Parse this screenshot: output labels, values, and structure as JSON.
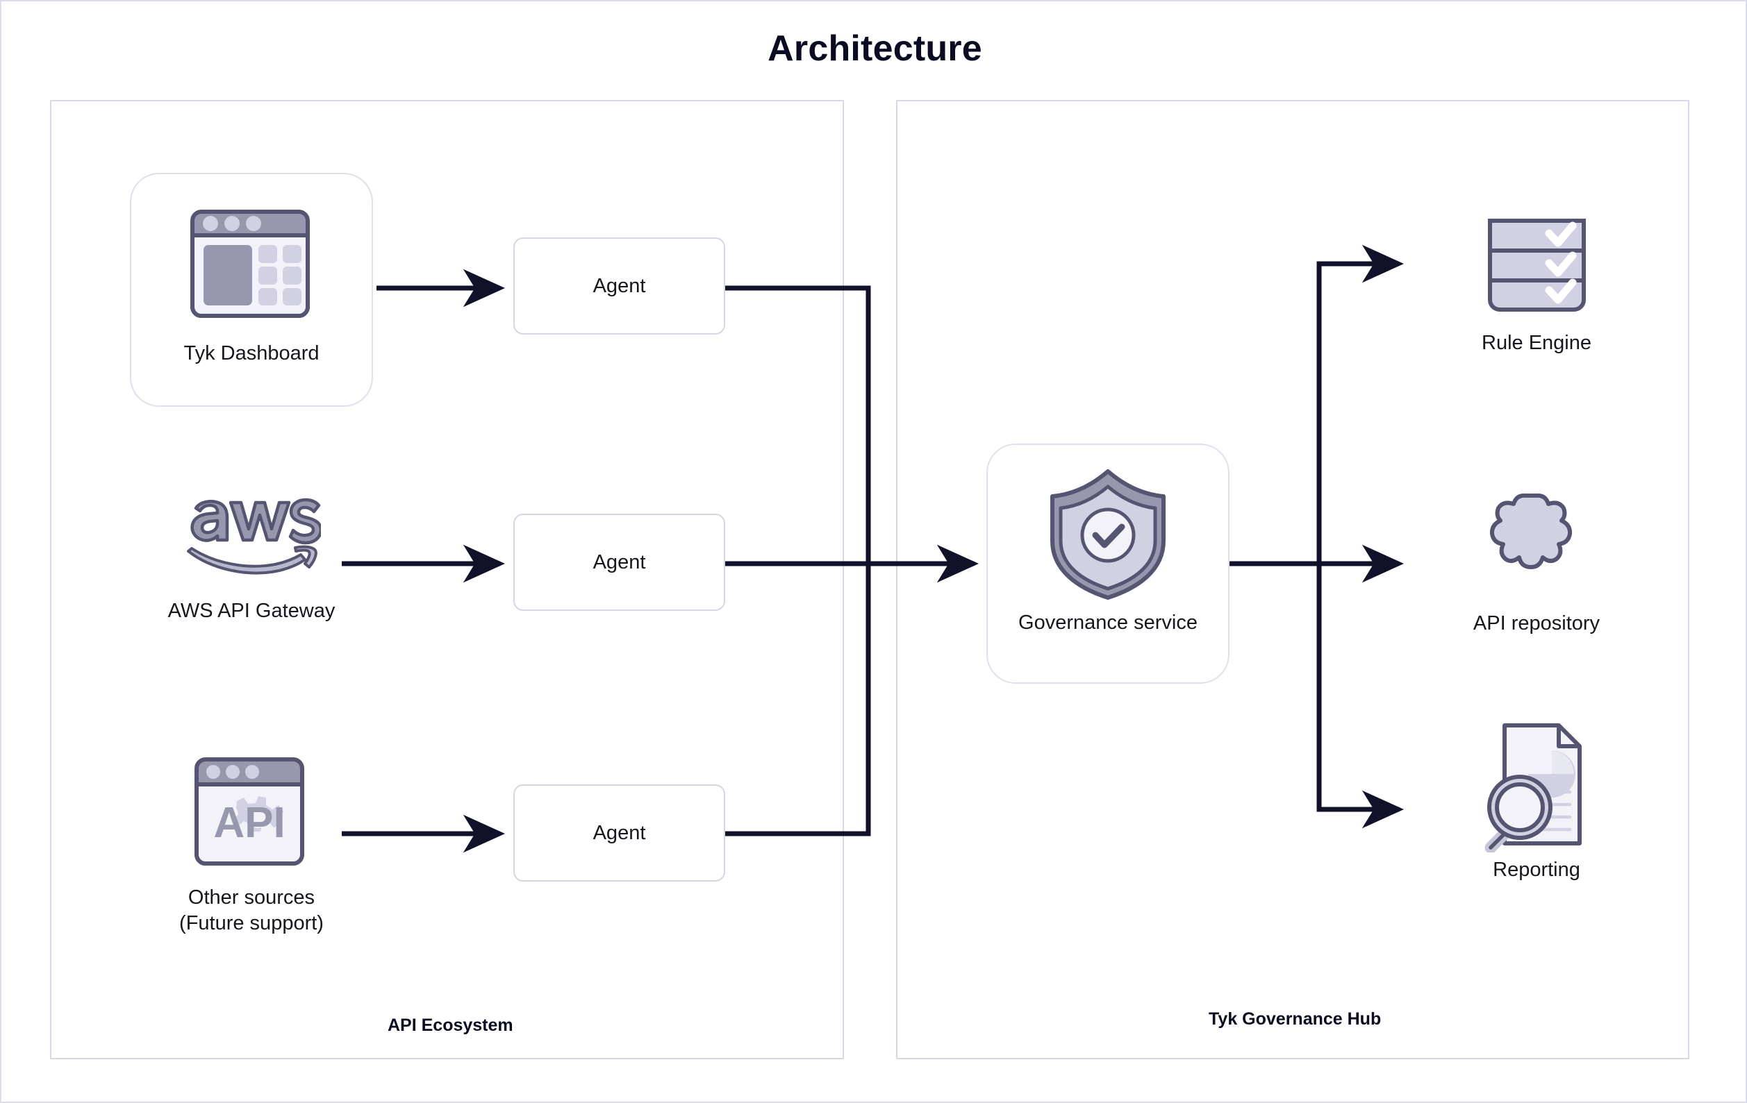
{
  "diagram": {
    "title": "Architecture",
    "type": "flow-architecture",
    "containers": [
      {
        "id": "api-ecosystem",
        "label": "API Ecosystem"
      },
      {
        "id": "tyk-governance-hub",
        "label": "Tyk Governance Hub"
      }
    ],
    "colors": {
      "title": "#0b0b21",
      "edge": "#11112a",
      "container_border": "#d8d8e8",
      "card_border": "#e0dfee",
      "agent_border": "#d6d5e8",
      "icon_outline": "#555471",
      "icon_fill_light": "#d2d1e3",
      "icon_fill_mid": "#9797ad",
      "icon_fill_pale": "#f2f2f8",
      "background": "#ffffff"
    }
  },
  "ecosystem": {
    "label": "API Ecosystem",
    "sources": [
      {
        "id": "tyk-dashboard",
        "label": "Tyk Dashboard",
        "icon": "browser-dashboard-icon",
        "carded": true
      },
      {
        "id": "aws-api-gateway",
        "label": "AWS API Gateway",
        "icon": "aws-logo-icon",
        "carded": false
      },
      {
        "id": "other-sources",
        "label": "Other sources\n(Future support)",
        "icon": "browser-api-icon",
        "carded": false
      }
    ],
    "agents": [
      {
        "id": "agent-1",
        "label": "Agent"
      },
      {
        "id": "agent-2",
        "label": "Agent"
      },
      {
        "id": "agent-3",
        "label": "Agent"
      }
    ]
  },
  "hub": {
    "label": "Tyk Governance Hub",
    "service": {
      "id": "governance-service",
      "label": "Governance service",
      "icon": "shield-check-icon"
    },
    "outputs": [
      {
        "id": "rule-engine",
        "label": "Rule Engine",
        "icon": "checklist-rows-icon"
      },
      {
        "id": "api-repository",
        "label": "API repository",
        "icon": "gear-icon"
      },
      {
        "id": "reporting",
        "label": "Reporting",
        "icon": "report-magnifier-icon"
      }
    ]
  },
  "connections": [
    {
      "from": "tyk-dashboard",
      "to": "agent-1"
    },
    {
      "from": "aws-api-gateway",
      "to": "agent-2"
    },
    {
      "from": "other-sources",
      "to": "agent-3"
    },
    {
      "from": "agent-1",
      "to": "governance-service"
    },
    {
      "from": "agent-2",
      "to": "governance-service"
    },
    {
      "from": "agent-3",
      "to": "governance-service"
    },
    {
      "from": "governance-service",
      "to": "rule-engine"
    },
    {
      "from": "governance-service",
      "to": "api-repository"
    },
    {
      "from": "governance-service",
      "to": "reporting"
    }
  ]
}
